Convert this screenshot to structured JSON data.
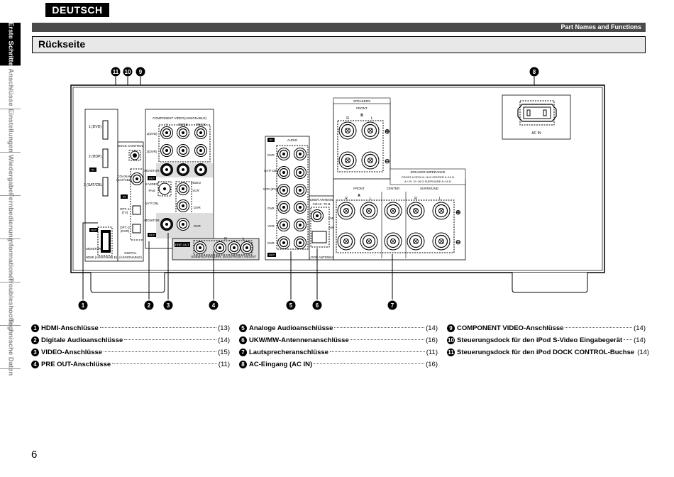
{
  "language_tab": "DEUTSCH",
  "side_nav": [
    "Erste Schritte",
    "Anschlüsse",
    "Einstellungen",
    "Wiedergabe",
    "Fernbedienung",
    "Informationen",
    "Troubleshooting",
    "Technische Daten"
  ],
  "header": {
    "section": "Part Names and Functions"
  },
  "title": "Rückseite",
  "diagram": {
    "component_video": "COMPONENT VIDEO(ASSIGNABLE)",
    "dock_control": "DOCK CONTROL",
    "audio": "AUDIO",
    "speakers": "SPEAKERS",
    "front": "FRONT",
    "center": "CENTER",
    "surround": "SURROUND",
    "speaker_impedance": "SPEAKER IMPEDANCE",
    "impedance_1": "FRONT   A OR B  6~16 Ω      CENTER    6~16 Ω",
    "impedance_2": "A + B: 12~16 Ω    SURROUND   6~16 Ω",
    "tuner_antenna": "TUNER ANTENNA",
    "coax": "COAX. 75 Ω",
    "fm": "FM",
    "am": "AM",
    "loop_antenna": "LOOP ANTENNA",
    "ac_in": "AC IN",
    "pre_out": "PRE OUT",
    "subwoofer": "SUBWOOFER",
    "surr_back": "SURR. BACK/FRONT HEIGHT",
    "hdmi_assignable": "HDMI (ASSIGNABLE)",
    "digital_assignable": "DIGITAL (ASSIGNABLE)",
    "monitor": "MONITOR",
    "video": "VIDEO",
    "dvr": "DVR",
    "vcr": "VCR",
    "dvd": "DVD",
    "sat_cbl": "SAT/ CBL",
    "ipod": "iPod",
    "s_video": "S-VIDEO",
    "in": "IN",
    "out": "OUT",
    "hdmi_in_1": "1 (DVD)",
    "hdmi_in_2": "2 (HDP)",
    "hdmi_in_3": "3 (SAT/CBL)",
    "cv_1": "1(DVD)",
    "cv_2": "2(DVR)",
    "coaxial": "COAXIAL (SAT/CBL)",
    "opt1": "OPT.-1 (TV)",
    "opt2": "OPT.-2 (DVR)",
    "ipod_ch": "iPod VCR",
    "y": "Y",
    "pb": "PB/CB",
    "pr": "PR/CR",
    "r": "R",
    "l": "L",
    "a": "A",
    "b": "B"
  },
  "callouts_top": [
    "⓫",
    "❿",
    "❾",
    "❽"
  ],
  "callouts_bottom": [
    "❶",
    "❷",
    "❸",
    "❹",
    "❺",
    "❻",
    "❼"
  ],
  "legend": {
    "col1": [
      {
        "n": "❶",
        "label": "HDMI-Anschlüsse",
        "page": "(13)"
      },
      {
        "n": "❷",
        "label": "Digitale Audioanschlüsse",
        "page": "(14)"
      },
      {
        "n": "❸",
        "label": "VIDEO-Anschlüsse",
        "page": "(15)"
      },
      {
        "n": "❹",
        "label": "PRE OUT-Anschlüsse",
        "page": "(11)"
      }
    ],
    "col2": [
      {
        "n": "❺",
        "label": "Analoge Audioanschlüsse",
        "page": "(14)"
      },
      {
        "n": "❻",
        "label": "UKW/MW-Antennenanschlüsse",
        "page": "(16)"
      },
      {
        "n": "❼",
        "label": "Lautsprecheranschlüsse",
        "page": "(11)"
      },
      {
        "n": "❽",
        "label": "AC-Eingang (AC IN)",
        "page": "(16)"
      }
    ],
    "col3": [
      {
        "n": "❾",
        "label": "COMPONENT VIDEO-Anschlüsse",
        "page": "(14)"
      },
      {
        "n": "❿",
        "label": "Steuerungsdock für den iPod S-Video Eingabegerät",
        "page": "(14)"
      },
      {
        "n": "⓫",
        "label": "Steuerungsdock für den iPod DOCK CONTROL-Buchse",
        "page": "(14)"
      }
    ]
  },
  "page_number": "6"
}
